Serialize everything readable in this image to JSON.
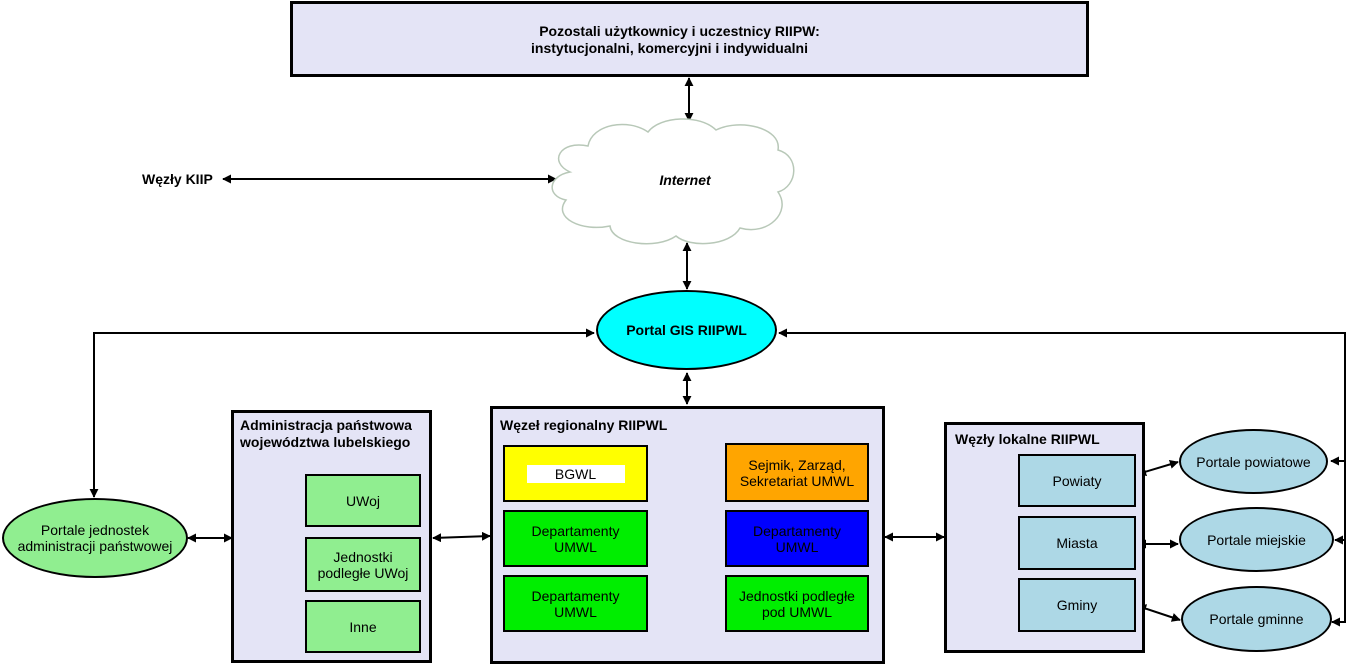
{
  "top_box": {
    "line1": "Pozostali użytkownicy i uczestnicy RIIPW:",
    "line2": "instytucjonalni, komercyjni i indywidualni"
  },
  "internet": {
    "label": "Internet"
  },
  "kiip": {
    "label": "Węzły KIIP"
  },
  "portal_gis": {
    "label": "Portal GIS RIIPWL"
  },
  "portale_jednostek": {
    "line1": "Portale jednostek",
    "line2": "administracji państwowej"
  },
  "admin_panel": {
    "title_line1": "Administracja państwowa",
    "title_line2": "województwa lubelskiego",
    "items": [
      "UWoj",
      "Jednostki podległe UWoj",
      "Inne"
    ]
  },
  "regional_panel": {
    "title": "Węzeł regionalny RIIPWL",
    "bgwl": "BGWL",
    "dep_left_1": "Departamenty UMWL",
    "dep_left_2": "Departamenty UMWL",
    "sejmik": "Sejmik, Zarząd, Sekretariat UMWL",
    "dep_right": "Departamenty UMWL",
    "jednostki_um": "Jednostki podległe pod UMWL"
  },
  "local_panel": {
    "title": "Węzły lokalne RIIPWL",
    "items": [
      "Powiaty",
      "Miasta",
      "Gminy"
    ]
  },
  "local_portals": [
    "Portale powiatowe",
    "Portale miejskie",
    "Portale gminne"
  ],
  "colors": {
    "panel_bg": "#e4e4f6",
    "portal_gis": "#00ffff",
    "green_light": "#90ee90",
    "green_bright": "#00ee00",
    "yellow": "#ffff00",
    "orange": "#ffa500",
    "blue": "#0000ff",
    "light_blue": "#add8e6"
  }
}
